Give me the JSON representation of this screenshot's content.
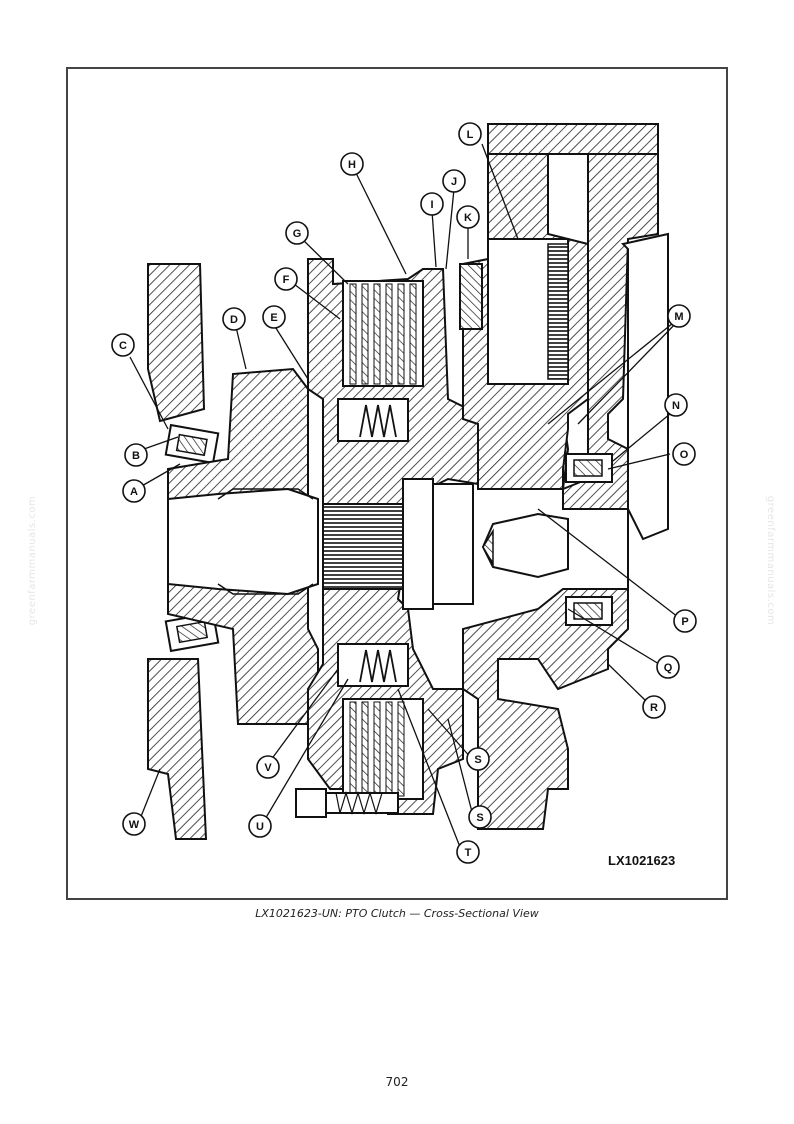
{
  "figure": {
    "id_label": "LX1021623",
    "caption": "LX1021623-UN: PTO Clutch — Cross-Sectional View",
    "callouts": [
      "A",
      "B",
      "C",
      "D",
      "E",
      "F",
      "G",
      "H",
      "I",
      "J",
      "K",
      "L",
      "M",
      "N",
      "O",
      "P",
      "Q",
      "R",
      "S",
      "S",
      "T",
      "U",
      "V",
      "W"
    ]
  },
  "page": {
    "number": "702"
  },
  "watermark": {
    "text": "greenfarmmanuals.com"
  },
  "colors": {
    "ink": "#111111",
    "frame": "#444444"
  }
}
